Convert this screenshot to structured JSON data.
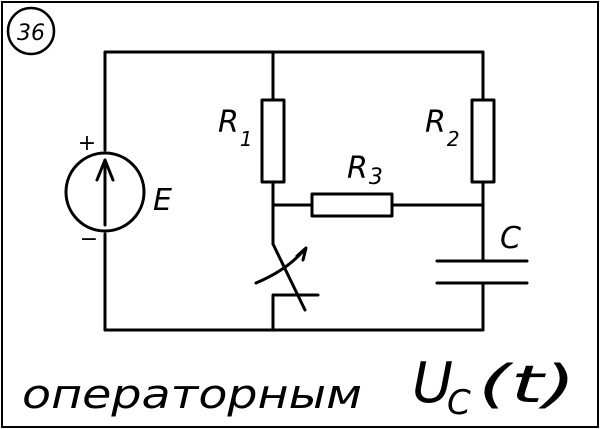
{
  "problem_number": "36",
  "source": {
    "symbol": "E",
    "plus": "+",
    "minus": "−"
  },
  "resistors": [
    {
      "letter": "R",
      "index": "1"
    },
    {
      "letter": "R",
      "index": "2"
    },
    {
      "letter": "R",
      "index": "3"
    }
  ],
  "capacitor": {
    "label": "C"
  },
  "task": {
    "method": "операторным",
    "quantity": "U",
    "quantity_sub": "C",
    "quantity_arg": "(t)"
  }
}
